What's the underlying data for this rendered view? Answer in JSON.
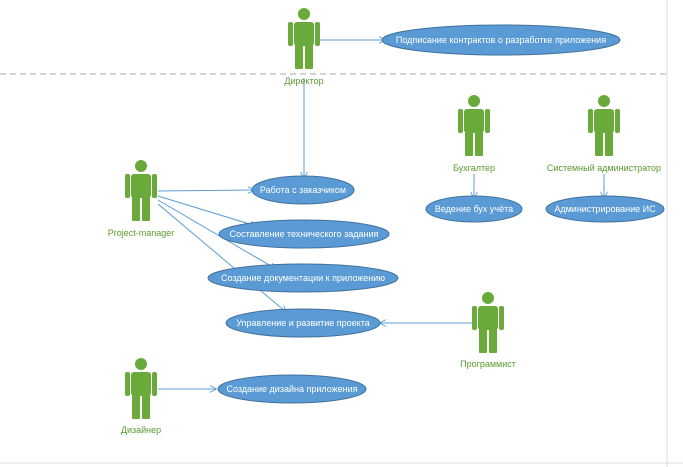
{
  "diagram": {
    "actors": [
      {
        "id": "director",
        "label": "Директор"
      },
      {
        "id": "pm",
        "label": "Project-manager"
      },
      {
        "id": "accountant",
        "label": "Бухгалтер"
      },
      {
        "id": "sysadmin",
        "label": "Системный администратор"
      },
      {
        "id": "programmer",
        "label": "Программист"
      },
      {
        "id": "designer",
        "label": "Дизайнер"
      }
    ],
    "use_cases": [
      {
        "id": "uc_contracts",
        "label": "Подписание контрактов о разработке приложения"
      },
      {
        "id": "uc_customer",
        "label": "Работа с заказчиком"
      },
      {
        "id": "uc_spec",
        "label": "Составление технического задания"
      },
      {
        "id": "uc_docs",
        "label": "Создание документации к приложению"
      },
      {
        "id": "uc_manage",
        "label": "Управление и развитие проекта"
      },
      {
        "id": "uc_design",
        "label": "Создание дизайна приложения"
      },
      {
        "id": "uc_accounting",
        "label": "Ведение бух учёта"
      },
      {
        "id": "uc_admin",
        "label": "Администрирование ИС"
      }
    ],
    "associations": [
      {
        "from": "director",
        "to": "uc_contracts"
      },
      {
        "from": "director",
        "to": "uc_customer"
      },
      {
        "from": "pm",
        "to": "uc_customer"
      },
      {
        "from": "pm",
        "to": "uc_spec"
      },
      {
        "from": "pm",
        "to": "uc_docs"
      },
      {
        "from": "pm",
        "to": "uc_manage"
      },
      {
        "from": "programmer",
        "to": "uc_manage"
      },
      {
        "from": "designer",
        "to": "uc_design"
      },
      {
        "from": "accountant",
        "to": "uc_accounting"
      },
      {
        "from": "sysadmin",
        "to": "uc_admin"
      }
    ],
    "colors": {
      "actor": "#6aaa3a",
      "actor_label": "#5a9a2e",
      "use_case_fill": "#5b9bd5",
      "use_case_stroke": "#41719c",
      "line": "#5b9bd5",
      "divider": "#aaaaaa"
    }
  }
}
